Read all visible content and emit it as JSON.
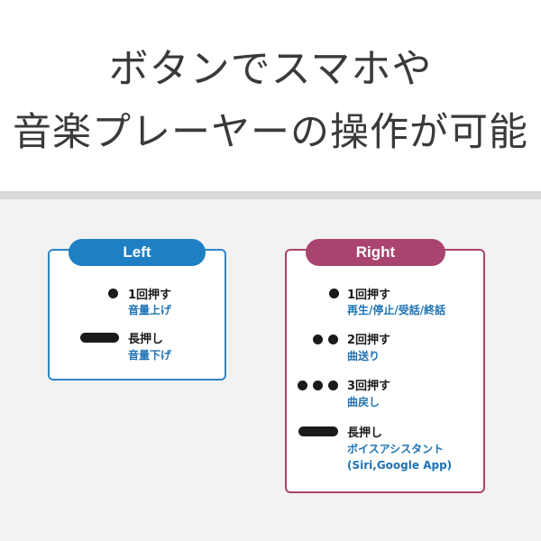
{
  "header": {
    "line1": "ボタンでスマホや",
    "line2": "音楽プレーヤーの操作が可能"
  },
  "left_panel": {
    "label": "Left",
    "items": [
      {
        "action": "1回押す",
        "effect": "音量上げ"
      },
      {
        "action": "長押し",
        "effect": "音量下げ"
      }
    ]
  },
  "right_panel": {
    "label": "Right",
    "items": [
      {
        "action": "1回押す",
        "effect": "再生/停止/受話/終話"
      },
      {
        "action": "2回押す",
        "effect": "曲送り"
      },
      {
        "action": "3回押す",
        "effect": "曲戻し"
      },
      {
        "action": "長押し",
        "effect": "ボイスアシスタント",
        "note": "(Siri,Google App)"
      }
    ]
  },
  "colors": {
    "left_accent": "#1f7fc3",
    "right_accent": "#a9446e",
    "effect_text": "#1d73b5"
  },
  "icons": [
    "single-press-icon",
    "double-press-icon",
    "triple-press-icon",
    "long-press-icon"
  ]
}
